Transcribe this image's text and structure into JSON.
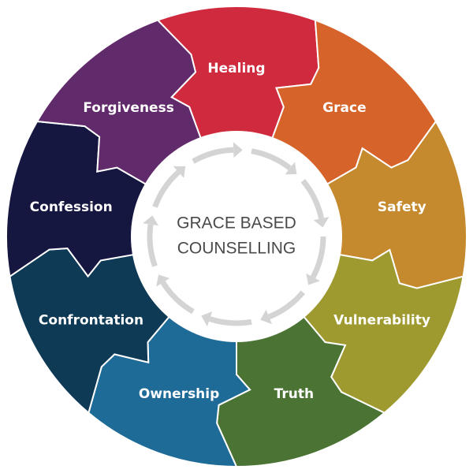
{
  "center": {
    "line1": "GRACE BASED",
    "line2": "COUNSELLING"
  },
  "segments": [
    {
      "label": "Healing",
      "color": "#cf2a3d"
    },
    {
      "label": "Grace",
      "color": "#d6632a"
    },
    {
      "label": "Safety",
      "color": "#c68a2e"
    },
    {
      "label": "Vulnerability",
      "color": "#9f9a2f"
    },
    {
      "label": "Truth",
      "color": "#4b7434"
    },
    {
      "label": "Ownership",
      "color": "#1e6b98"
    },
    {
      "label": "Confrontation",
      "color": "#0e3a56"
    },
    {
      "label": "Confession",
      "color": "#161740"
    },
    {
      "label": "Forgiveness",
      "color": "#612a6a"
    }
  ],
  "colors": {
    "center_fill": "#ffffff",
    "arrow": "#d4d4d4"
  },
  "icons": {
    "cycle_arrows": "circular-arrows-icon"
  }
}
